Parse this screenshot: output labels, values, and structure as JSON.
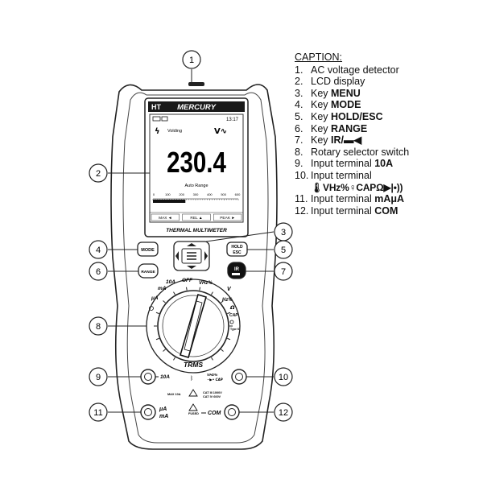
{
  "caption": {
    "title": "CAPTION:",
    "items": [
      {
        "n": "1.",
        "pre": "AC voltage detector",
        "bold": ""
      },
      {
        "n": "2.",
        "pre": "LCD display",
        "bold": ""
      },
      {
        "n": "3.",
        "pre": "Key ",
        "bold": "MENU"
      },
      {
        "n": "4.",
        "pre": "Key ",
        "bold": "MODE"
      },
      {
        "n": "5.",
        "pre": "Key ",
        "bold": "HOLD/ESC"
      },
      {
        "n": "6.",
        "pre": "Key ",
        "bold": "RANGE"
      },
      {
        "n": "7.",
        "pre": "Key ",
        "bold": "IR/▬◀"
      },
      {
        "n": "8.",
        "pre": "Rotary selector switch",
        "bold": ""
      },
      {
        "n": "9.",
        "pre": "Input terminal ",
        "bold": "10A"
      },
      {
        "n": "10.",
        "pre": "Input terminal",
        "bold": ""
      },
      {
        "n": "",
        "pre": "",
        "bold": "🌡VHz%♀CAPΩ▶|•))"
      },
      {
        "n": "11.",
        "pre": "Input terminal ",
        "bold": "mAμA"
      },
      {
        "n": "12.",
        "pre": "Input terminal ",
        "bold": "COM"
      }
    ]
  },
  "callouts": [
    "1",
    "2",
    "3",
    "4",
    "5",
    "6",
    "7",
    "8",
    "9",
    "10",
    "11",
    "12"
  ],
  "device": {
    "brand": "HT",
    "model": "MERCURY",
    "subtitle": "THERMAL MULTIMETER",
    "lcd": {
      "time": "13:17",
      "status": "Volding",
      "unit": "V∿",
      "reading": "230.4",
      "range_text": "Auto Range",
      "scale_ticks": [
        "0",
        "100",
        "200",
        "300",
        "400",
        "500",
        "600"
      ],
      "bar_fraction": 0.38,
      "softkeys": [
        "MAX ◄",
        "REL ▲",
        "PEAK ►"
      ]
    },
    "keys": {
      "mode": "MODE",
      "range": "RANGE",
      "hold": "HOLD\nESC",
      "ir": "IR"
    },
    "dial_labels": [
      "10A",
      "OFF",
      "VHz%",
      "mA",
      "μA",
      "V",
      "Hz%",
      "Ω",
      "CAP",
      "Type K"
    ],
    "trms": "TRMS",
    "terminals": {
      "t10a": "10A",
      "max10a": "MAX 10A",
      "fused": "FUSED",
      "cat": "CAT III 1000V\nCAT IV 600V",
      "mA_uA": "μA\nmA",
      "com": "COM",
      "v_label": "VHz%\n⊣▶•CAP"
    }
  }
}
